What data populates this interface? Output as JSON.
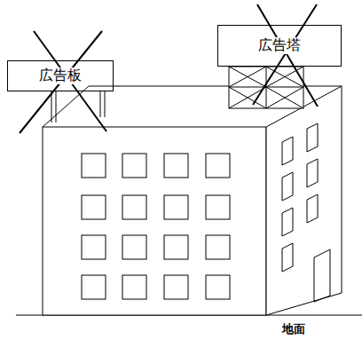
{
  "diagram": {
    "nodes": [
      {
        "text": [
          "広告板"
        ]
      },
      {
        "text": [
          "広告塔"
        ]
      }
    ],
    "labels": [
      "地面"
    ]
  }
}
